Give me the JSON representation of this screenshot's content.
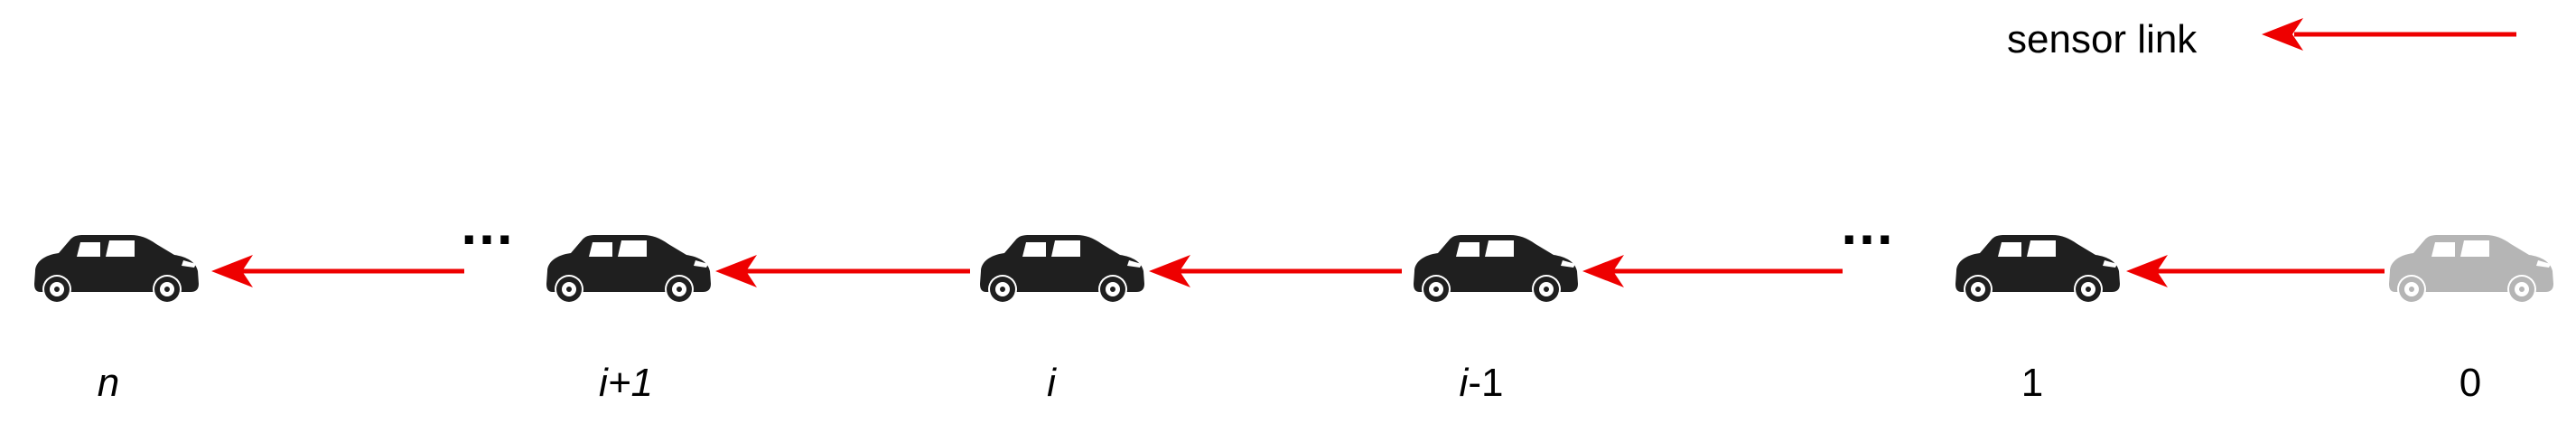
{
  "legend": {
    "label": "sensor link",
    "color": "#ee0000"
  },
  "colors": {
    "car": "#1f1f1f",
    "car_leader": "#b5b5b5",
    "arrow": "#ee0000"
  },
  "vehicles": [
    {
      "label": "n",
      "italic": true,
      "role": "follower"
    },
    {
      "label": "i+1",
      "italic": true,
      "role": "follower"
    },
    {
      "label": "i",
      "italic": true,
      "role": "follower"
    },
    {
      "label": "i-1",
      "role": "follower"
    },
    {
      "label": "1",
      "italic": false,
      "role": "follower"
    },
    {
      "label": "0",
      "italic": false,
      "role": "leader"
    }
  ],
  "ellipsis": "..."
}
